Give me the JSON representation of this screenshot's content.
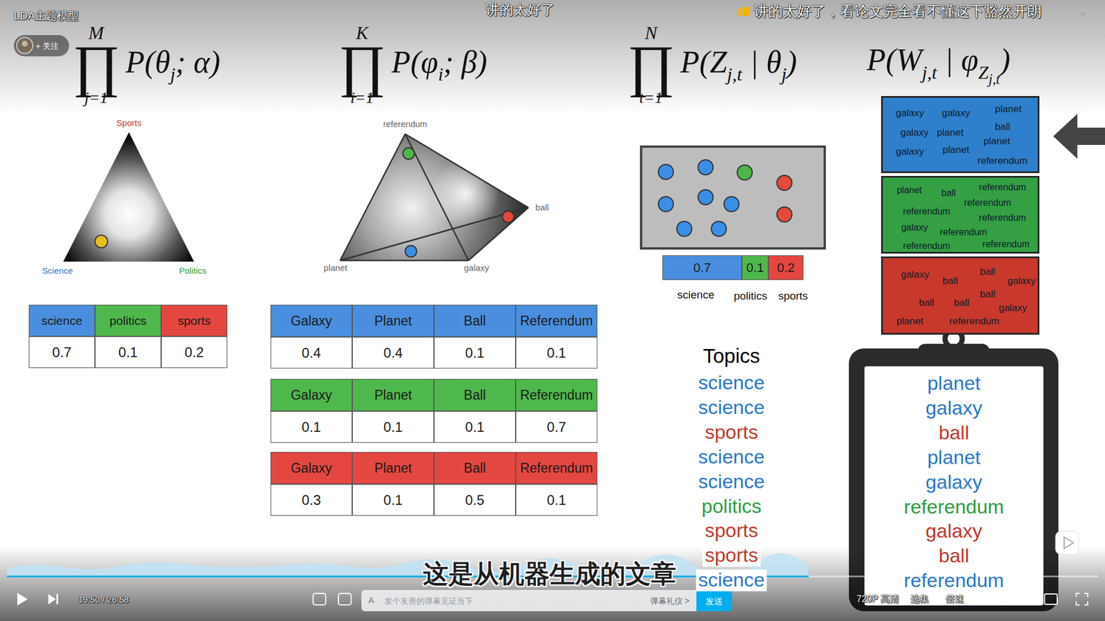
{
  "diagram": {
    "title": "LDA主题模型",
    "nodes": [
      {
        "text": [
          "+ 关注"
        ]
      },
      {
        "text": [
          "galaxy",
          "galaxy",
          "planet",
          "galaxy",
          "planet",
          "ball",
          "galaxy",
          "planet",
          "planet",
          "referendum"
        ]
      },
      {
        "text": [
          "planet",
          "ball",
          "referendum",
          "referendum",
          "referendum",
          "referendum",
          "galaxy",
          "referendum",
          "referendum",
          "referendum"
        ]
      },
      {
        "text": [
          "galaxy",
          "ball",
          "ball",
          "galaxy",
          "ball",
          "ball",
          "ball",
          "galaxy",
          "planet",
          "referendum"
        ]
      },
      {
        "text": [
          "planet",
          "galaxy",
          "ball",
          "planet",
          "galaxy",
          "referendum",
          "galaxy",
          "ball",
          "referendum"
        ]
      },
      {
        "text": [
          "发个友善的弹幕见证当下",
          "弹幕礼仪 >"
        ]
      },
      {
        "text": [
          "发送"
        ]
      }
    ],
    "labels": [
      "讲的太好了",
      "讲的太好了，看论文完全看不懂这下豁然开朗",
      "?",
      "M",
      "∏",
      "j=1",
      "P(θ",
      "j",
      "; α)",
      "K",
      "∏",
      "i=1",
      "P(φ",
      "i",
      "; β)",
      "N",
      "∏",
      "t=1",
      "P(Z",
      "j,t",
      "| θ",
      "j",
      ")",
      "P(W",
      "j,t",
      "| φ",
      "Z",
      "j,t",
      ")",
      "Sports",
      "Science",
      "Politics",
      "referendum",
      "ball",
      "planet",
      "galaxy",
      "science",
      "politics",
      "sports",
      "0.7",
      "0.1",
      "0.2",
      "Galaxy",
      "Planet",
      "Ball",
      "Referendum",
      "0.4",
      "0.4",
      "0.1",
      "0.1",
      "Galaxy",
      "Planet",
      "Ball",
      "Referendum",
      "0.1",
      "0.1",
      "0.1",
      "0.7",
      "Galaxy",
      "Planet",
      "Ball",
      "Referendum",
      "0.3",
      "0.1",
      "0.5",
      "0.1",
      "0.7",
      "0.1",
      "0.2",
      "science",
      "politics",
      "sports",
      "Topics",
      "science",
      "science",
      "sports",
      "science",
      "science",
      "politics",
      "sports",
      "sports",
      "science",
      "这是从机器生成的文章",
      "A",
      "19:50 / 26:58",
      "720P 高清",
      "选集",
      "倍速"
    ]
  }
}
